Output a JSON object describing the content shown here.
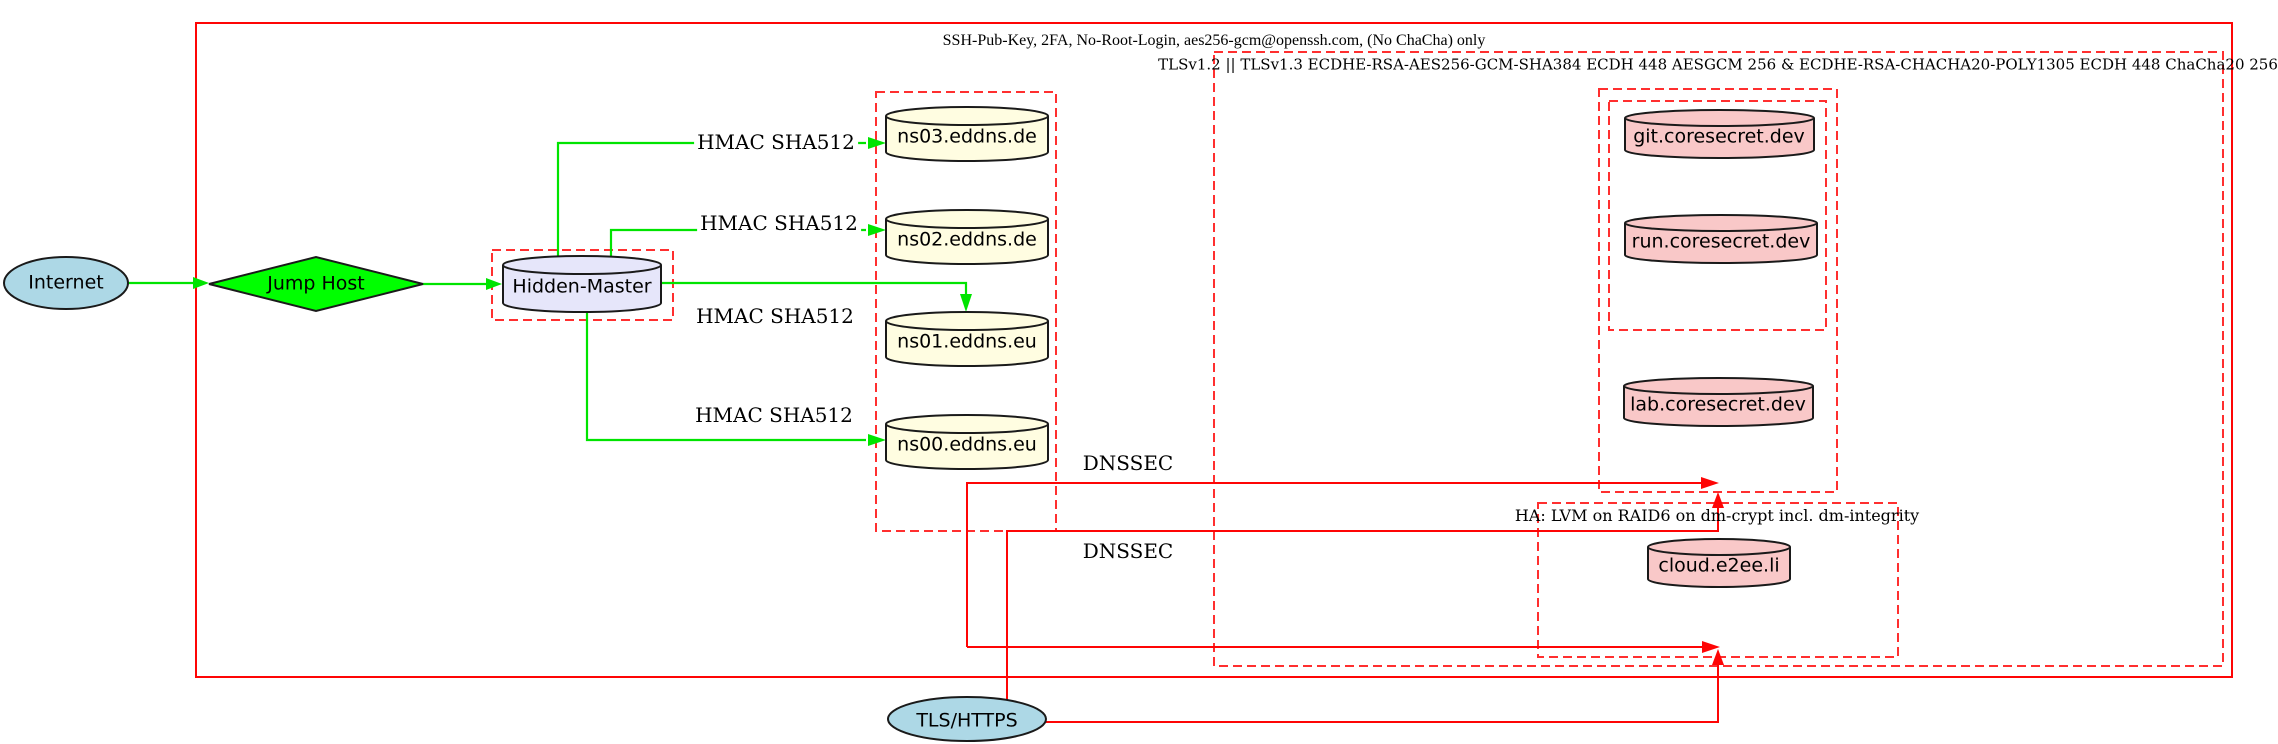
{
  "diagram_type": "network-security-graph",
  "colors": {
    "edge_green": "#00e400",
    "edge_red": "#fe0505",
    "cluster_dashed_red": "#ff2f2f",
    "outer_border_red": "#fe0505",
    "node_light_blue": "#add8e6",
    "node_bright_green": "#00ff00",
    "node_lavender": "#e6e6fa",
    "node_light_yellow": "#fffde1",
    "node_pink": "#f9c8c8",
    "text": "#000000"
  },
  "nodes": {
    "internet": {
      "label": "Internet",
      "shape": "ellipse"
    },
    "jump_host": {
      "label": "Jump Host",
      "shape": "diamond"
    },
    "hidden_master": {
      "label": "Hidden-Master",
      "shape": "cylinder"
    },
    "ns03": {
      "label": "ns03.eddns.de",
      "shape": "cylinder"
    },
    "ns02": {
      "label": "ns02.eddns.de",
      "shape": "cylinder"
    },
    "ns01": {
      "label": "ns01.eddns.eu",
      "shape": "cylinder"
    },
    "ns00": {
      "label": "ns00.eddns.eu",
      "shape": "cylinder"
    },
    "git": {
      "label": "git.coresecret.dev",
      "shape": "cylinder"
    },
    "run": {
      "label": "run.coresecret.dev",
      "shape": "cylinder"
    },
    "lab": {
      "label": "lab.coresecret.dev",
      "shape": "cylinder"
    },
    "cloud": {
      "label": "cloud.e2ee.li",
      "shape": "cylinder"
    },
    "tls_https": {
      "label": "TLS/HTTPS",
      "shape": "ellipse"
    }
  },
  "clusters": {
    "ssh": {
      "label": "SSH-Pub-Key, 2FA, No-Root-Login, aes256-gcm@openssh.com, (No ChaCha) only",
      "border": "solid red"
    },
    "tls": {
      "label": "TLSv1.2 || TLSv1.3 ECDHE-RSA-AES256-GCM-SHA384 ECDH 448 AESGCM 256 & ECDHE-RSA-CHACHA20-POLY1305 ECDH 448 ChaCha20 256",
      "border": "dashed red"
    },
    "ha": {
      "label": "HA: LVM on RAID6 on dm-crypt incl. dm-integrity",
      "border": "dashed red"
    },
    "hidden_master_box": {
      "label": "",
      "border": "dashed red"
    },
    "nameservers_box": {
      "label": "",
      "border": "dashed red"
    },
    "services_box": {
      "label": "",
      "border": "dashed red"
    },
    "git_run_box": {
      "label": "",
      "border": "dashed red"
    }
  },
  "edge_labels": {
    "hmac_ns03": {
      "text": "HMAC SHA512"
    },
    "hmac_ns02": {
      "text": "HMAC SHA512"
    },
    "hmac_ns01": {
      "text": "HMAC SHA512"
    },
    "hmac_ns00": {
      "text": "HMAC SHA512"
    },
    "dnssec_upper": {
      "text": "DNSSEC"
    },
    "dnssec_lower": {
      "text": "DNSSEC"
    }
  },
  "edges": [
    {
      "from": "Internet",
      "to": "Jump Host",
      "color": "green"
    },
    {
      "from": "Jump Host",
      "to": "Hidden-Master",
      "color": "green"
    },
    {
      "from": "Hidden-Master",
      "to": "ns03.eddns.de",
      "label": "HMAC SHA512",
      "color": "green"
    },
    {
      "from": "Hidden-Master",
      "to": "ns02.eddns.de",
      "label": "HMAC SHA512",
      "color": "green"
    },
    {
      "from": "Hidden-Master",
      "to": "ns01.eddns.eu",
      "label": "HMAC SHA512",
      "color": "green"
    },
    {
      "from": "Hidden-Master",
      "to": "ns00.eddns.eu",
      "label": "HMAC SHA512",
      "color": "green"
    },
    {
      "from": "TLS/HTTPS",
      "to": "services cluster (git/run/lab)",
      "label": "DNSSEC",
      "color": "red"
    },
    {
      "from": "TLS/HTTPS",
      "to": "services cluster (git/run/lab)",
      "label": "DNSSEC",
      "color": "red"
    },
    {
      "from": "TLS/HTTPS",
      "to": "HA cluster (cloud.e2ee.li)",
      "color": "red"
    },
    {
      "from": "TLS/HTTPS",
      "to": "HA cluster (cloud.e2ee.li)",
      "color": "red"
    }
  ]
}
